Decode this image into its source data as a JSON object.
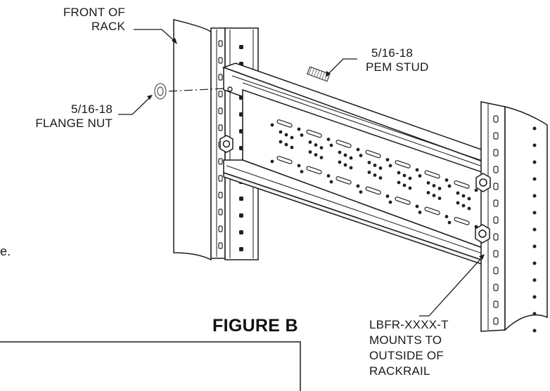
{
  "labels": {
    "front_of_rack": [
      "FRONT OF",
      "RACK"
    ],
    "pem_stud": [
      "5/16-18",
      "PEM STUD"
    ],
    "flange_nut": [
      "5/16-18",
      "FLANGE NUT"
    ],
    "mount_note": [
      "LBFR-XXXX-T",
      "MOUNTS TO",
      "OUTSIDE OF",
      "RACKRAIL"
    ],
    "fragment_text": "e."
  },
  "figure_title": "FIGURE B",
  "colors": {
    "line": "#1a1a1a",
    "fill": "#ffffff",
    "hole": "#222222",
    "shade": "#d9d9d9"
  }
}
